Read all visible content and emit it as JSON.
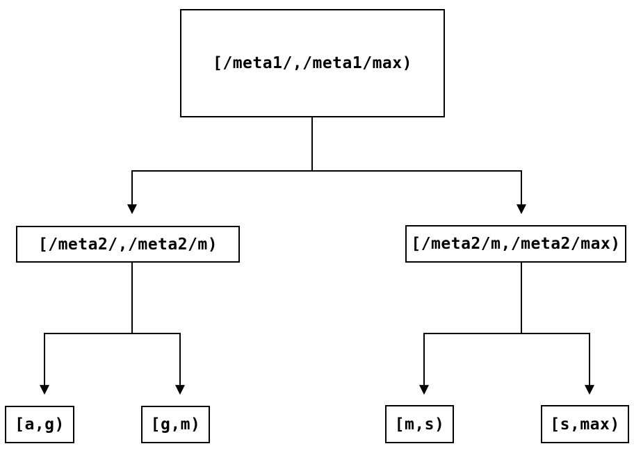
{
  "diagram": {
    "type": "tree",
    "background": "#ffffff",
    "line_color": "#000000",
    "node_border_color": "#000000",
    "node_fill_color": "#ffffff",
    "text_color": "#000000",
    "root": {
      "label": "[/meta1/,/meta1/max)",
      "children": [
        {
          "label": "[/meta2/,/meta2/m)",
          "children": [
            {
              "label": "[a,g)"
            },
            {
              "label": "[g,m)"
            }
          ]
        },
        {
          "label": "[/meta2/m,/meta2/max)",
          "children": [
            {
              "label": "[m,s)"
            },
            {
              "label": "[s,max)"
            }
          ]
        }
      ]
    }
  }
}
